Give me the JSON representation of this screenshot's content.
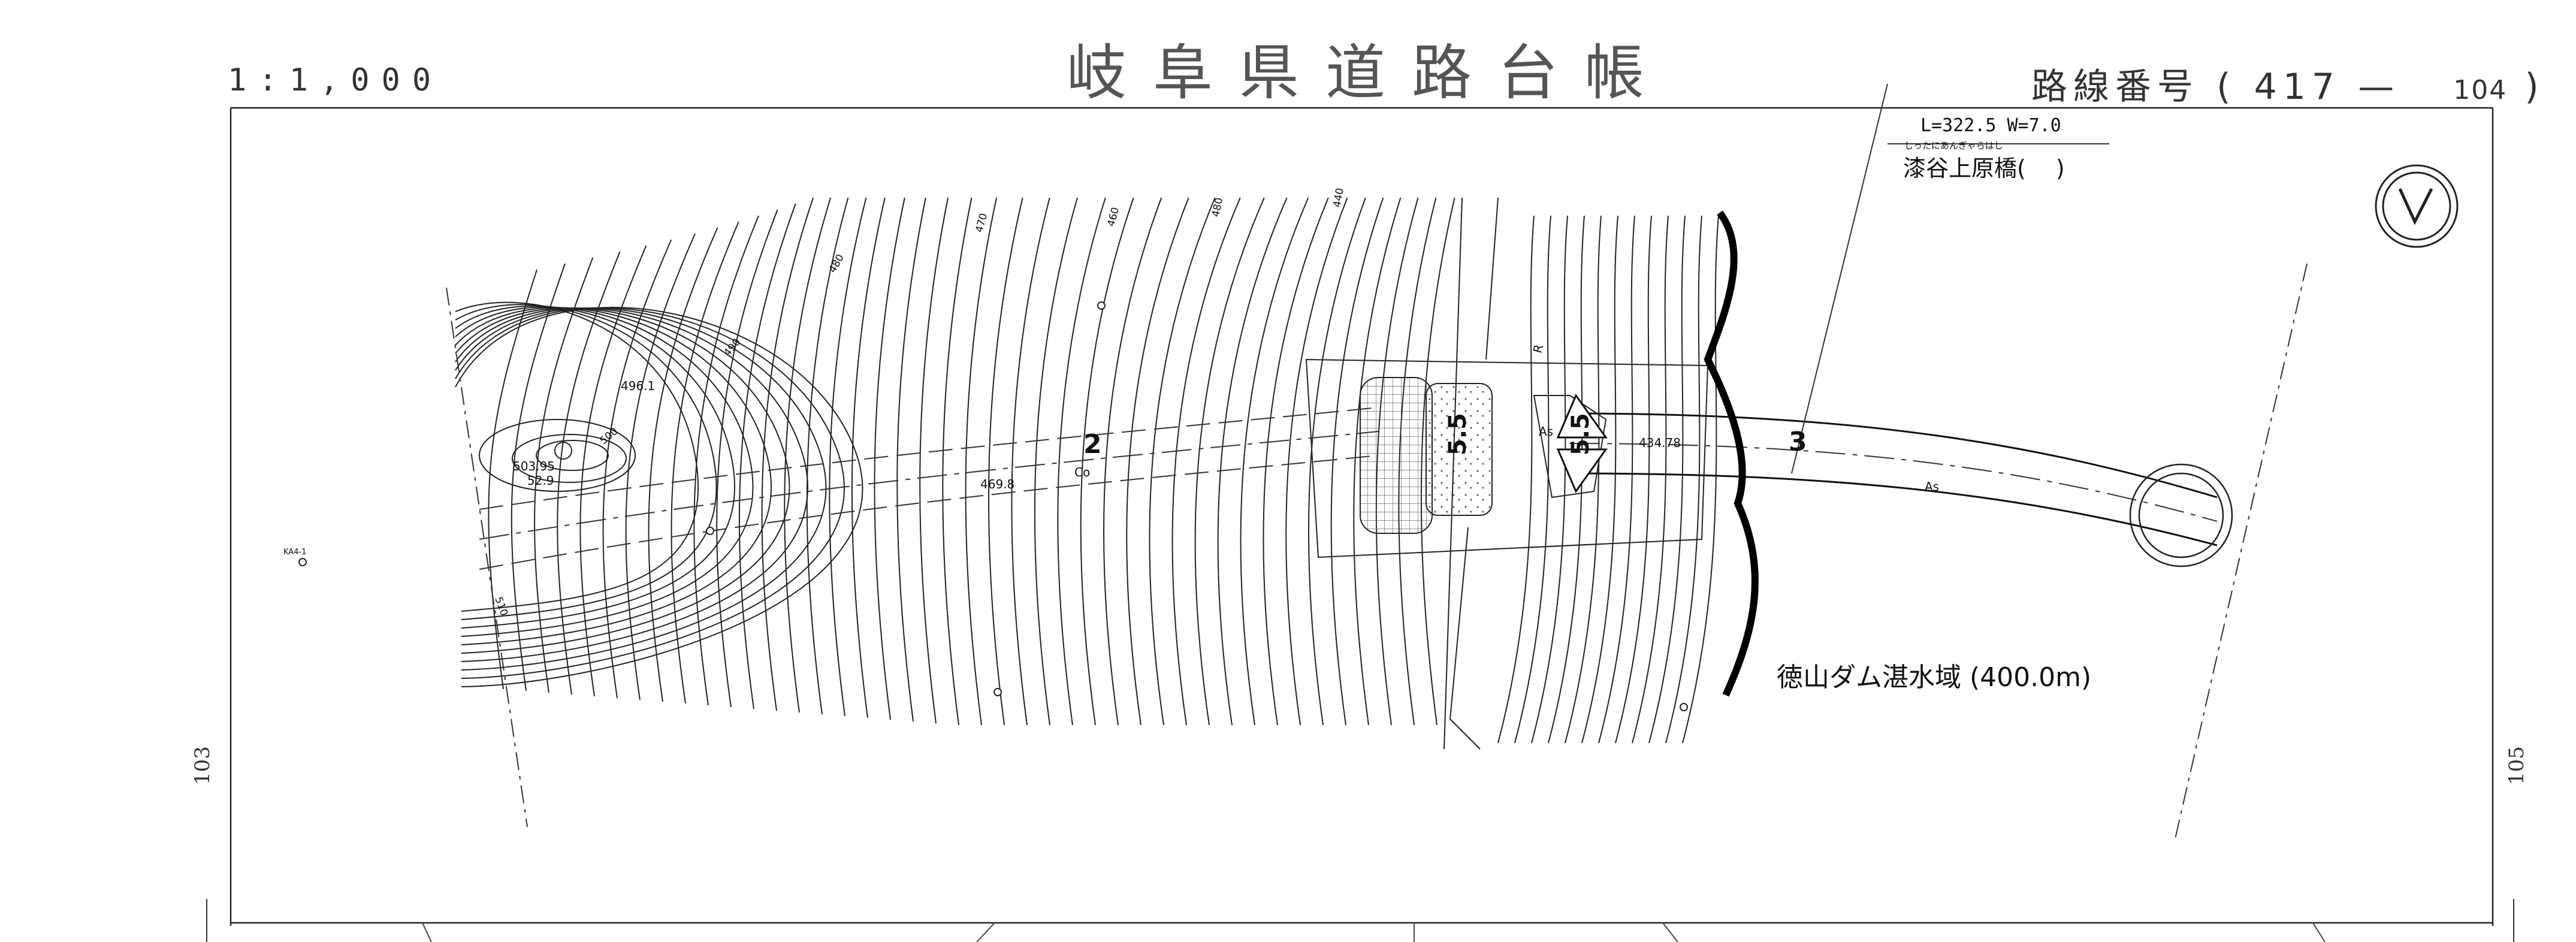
{
  "header": {
    "title": "岐阜県道路台帳",
    "scale": "1:1,000",
    "route_label": "路線番号",
    "route_open": "(",
    "route_number": "417",
    "route_dash": "—",
    "route_sheet": "104",
    "route_close": ")"
  },
  "adjacent_sheets": {
    "left": "103",
    "right": "105"
  },
  "bridge": {
    "length_width": "L=322.5  W=7.0",
    "reading": "しったにあんぎゃらはし",
    "name": "漆谷上原橋(　 )"
  },
  "reservoir_label": "徳山ダム湛水域 (400.0m)",
  "stations": {
    "s2": "2",
    "s3": "3"
  },
  "widths": {
    "w1": "5.5",
    "w2": "5.5"
  },
  "surface_labels": {
    "as1": "As",
    "as2": "As",
    "r": "R"
  },
  "elevations": {
    "e1": "496.1",
    "e2": "503.95",
    "e3": "52.9",
    "e4": "469.8",
    "e5": "Co",
    "e6": "434.78",
    "km": "KA4-1"
  },
  "contour_labels": [
    "470",
    "480",
    "490",
    "440",
    "460",
    "480",
    "500",
    "510"
  ]
}
